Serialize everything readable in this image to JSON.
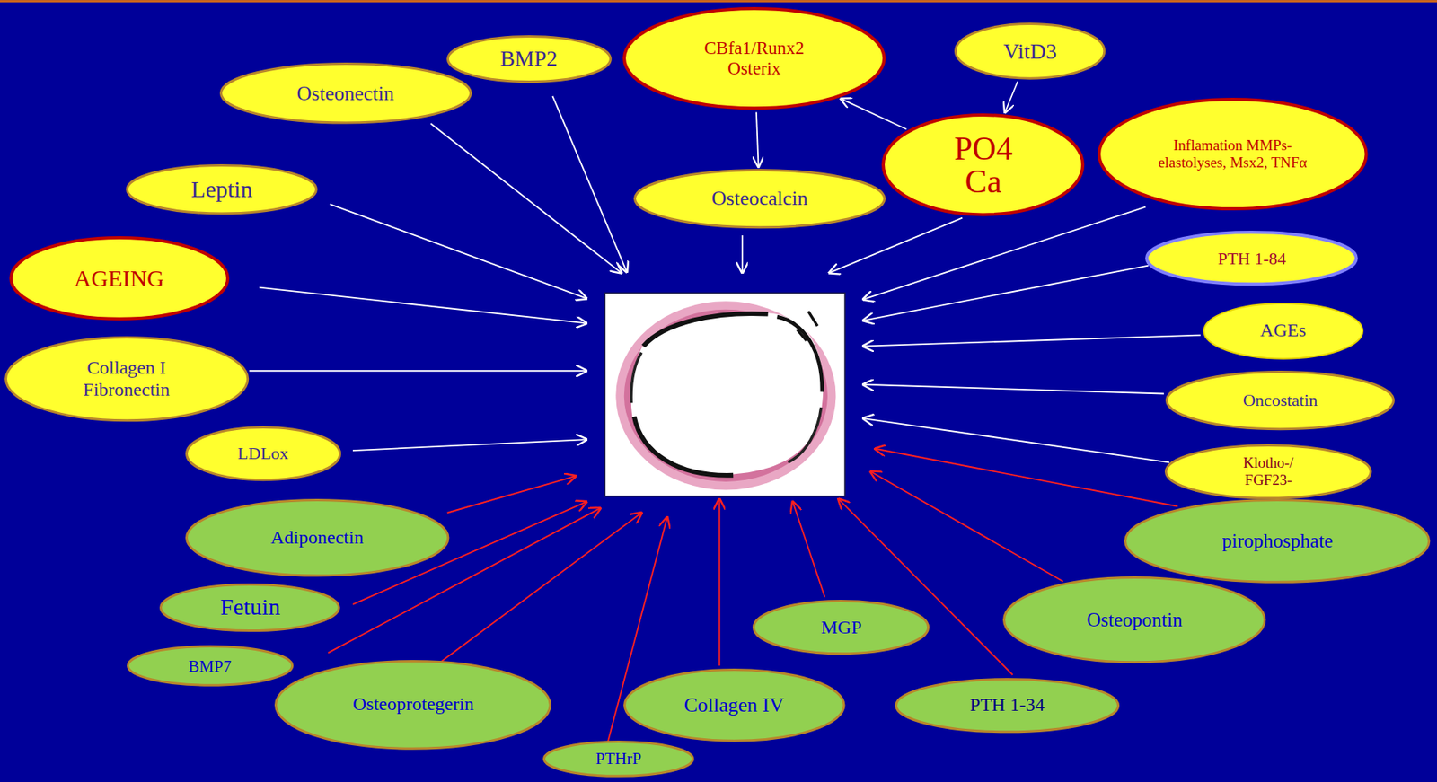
{
  "diagram": {
    "nodes": [
      {
        "text": [
          "BMP2"
        ]
      },
      {
        "text": [
          "CBfa1/Runx2 Osterix"
        ]
      },
      {
        "text": [
          "VitD3"
        ]
      },
      {
        "text": [
          "Osteonectin"
        ]
      },
      {
        "text": [
          "PO4 Ca"
        ]
      },
      {
        "text": [
          "Inflamation MMPs-elastolyses, Msx2, TNFα"
        ]
      },
      {
        "text": [
          "Leptin"
        ]
      },
      {
        "text": [
          "Osteocalcin"
        ]
      },
      {
        "text": [
          "AGEING"
        ]
      },
      {
        "text": [
          "PTH 1-84"
        ]
      },
      {
        "text": [
          "AGEs"
        ]
      },
      {
        "text": [
          "Collagen I Fibronectin"
        ]
      },
      {
        "text": [
          "Oncostatin"
        ]
      },
      {
        "text": [
          "LDLox"
        ]
      },
      {
        "text": [
          "Klotho-/ FGF23-"
        ]
      },
      {
        "text": [
          "Adiponectin"
        ]
      },
      {
        "text": [
          "pirophosphate"
        ]
      },
      {
        "text": [
          "Fetuin"
        ]
      },
      {
        "text": [
          "MGP"
        ]
      },
      {
        "text": [
          "Osteopontin"
        ]
      },
      {
        "text": [
          "BMP7"
        ]
      },
      {
        "text": [
          "Osteoprotegerin"
        ]
      },
      {
        "text": [
          "Collagen IV"
        ]
      },
      {
        "text": [
          "PTH 1-34"
        ]
      },
      {
        "text": [
          "PTHrP"
        ]
      }
    ],
    "edges": [
      {
        "from": 1,
        "to": 7,
        "arrow": "to"
      },
      {
        "from": 2,
        "to": 4,
        "arrow": "to"
      },
      {
        "from": 4,
        "to": 1,
        "arrow": "to"
      }
    ]
  }
}
